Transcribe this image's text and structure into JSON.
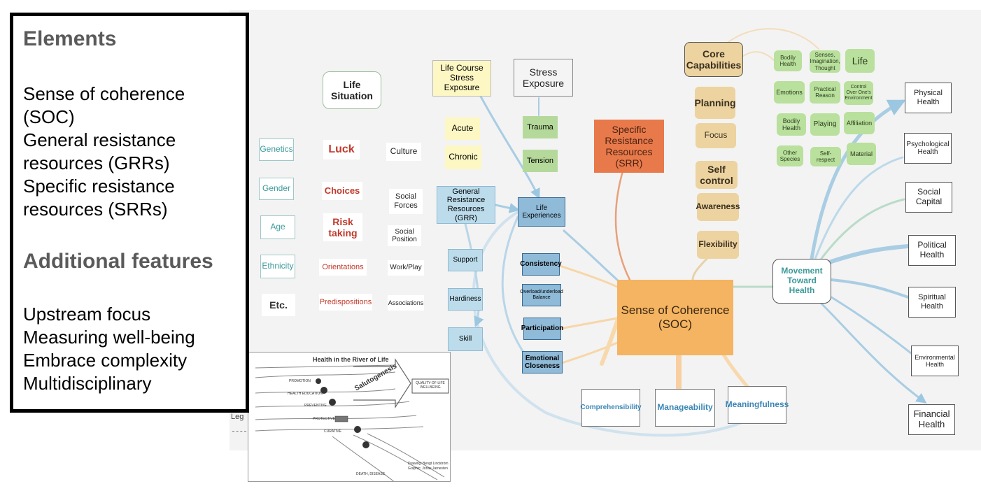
{
  "left_panel": {
    "elements_heading": "Elements",
    "elements": [
      "Sense of coherence (SOC)",
      "General resistance resources (GRRs)",
      "Specific resistance resources (SRRs)"
    ],
    "features_heading": "Additional features",
    "features": [
      "Upstream focus",
      "Measuring well-being",
      "Embrace  complexity",
      "Multidisciplinary"
    ]
  },
  "diagram": {
    "life_situation": "Life Situation",
    "categories": [
      "Genetics",
      "Gender",
      "Age",
      "Ethnicity",
      "Etc."
    ],
    "situation_factors": [
      "Luck",
      "Choices",
      "Risk taking",
      "Orientations",
      "Predispositions"
    ],
    "social_factors": [
      "Culture",
      "Social Forces",
      "Social Position",
      "Work/Play",
      "Associations"
    ],
    "life_course_stress": "Life Course Stress Exposure",
    "stress_exposure": "Stress Exposure",
    "stress_types": [
      "Acute",
      "Chronic"
    ],
    "stress_kinds": [
      "Trauma",
      "Tension"
    ],
    "grr": "General Resistance Resources (GRR)",
    "grr_items": [
      "Support",
      "Hardiness",
      "Skill"
    ],
    "life_experiences": "Life Experiences",
    "experience_items": [
      "Consistency",
      "Overload/underload Balance",
      "Participation",
      "Emotional Closeness"
    ],
    "srr": "Specific Resistance Resources (SRR)",
    "core_capabilities": "Core Capabilities",
    "capabilities": [
      "Planning",
      "Focus",
      "Self control",
      "Awareness",
      "Flexibility"
    ],
    "capability_grid": [
      "Bodily Health",
      "Senses, Imagination, Thought",
      "Life",
      "Emotions",
      "Practical Reason",
      "Control Over One's Environment",
      "Bodily Health",
      "Playing",
      "Affiliation",
      "Other Species",
      "Self-respect",
      "Material"
    ],
    "soc": "Sense of Coherence (SOC)",
    "soc_components": [
      "Comprehensibility",
      "Manageability",
      "Meaningfulness"
    ],
    "movement_toward_health": "Movement Toward Health",
    "health_outcomes": [
      "Physical Health",
      "Psychological Health",
      "Social Capital",
      "Political Health",
      "Spiritual Health",
      "Environmental Health",
      "Financial Health"
    ],
    "legend_partial": "Leg"
  },
  "river_inset": {
    "title": "Health in the River of Life",
    "salutogenesis": "Salutogenesis",
    "quality_box": "QUALITY-OF-LIFE WELLBEING",
    "levels": [
      "PROMOTION",
      "HEALTH EDUCATION",
      "PREVENTIVE",
      "PROTECTIVE",
      "CURATIVE",
      "DEATH, DISEASE"
    ],
    "credits": [
      "Drawing: Bengt Lindström",
      "Graphic: Jonas Jarnesten"
    ]
  },
  "colors": {
    "soc_orange": "#f4b461",
    "srr_orange": "#e8794a",
    "grr_blue": "#bcdcec",
    "experience_blue": "#8fbad8",
    "stress_green": "#b5d99a",
    "stress_yellow": "#fdf7c3",
    "capability_tan": "#ecd39f",
    "teal_text": "#3d9a9a",
    "red_text": "#c0392b"
  }
}
